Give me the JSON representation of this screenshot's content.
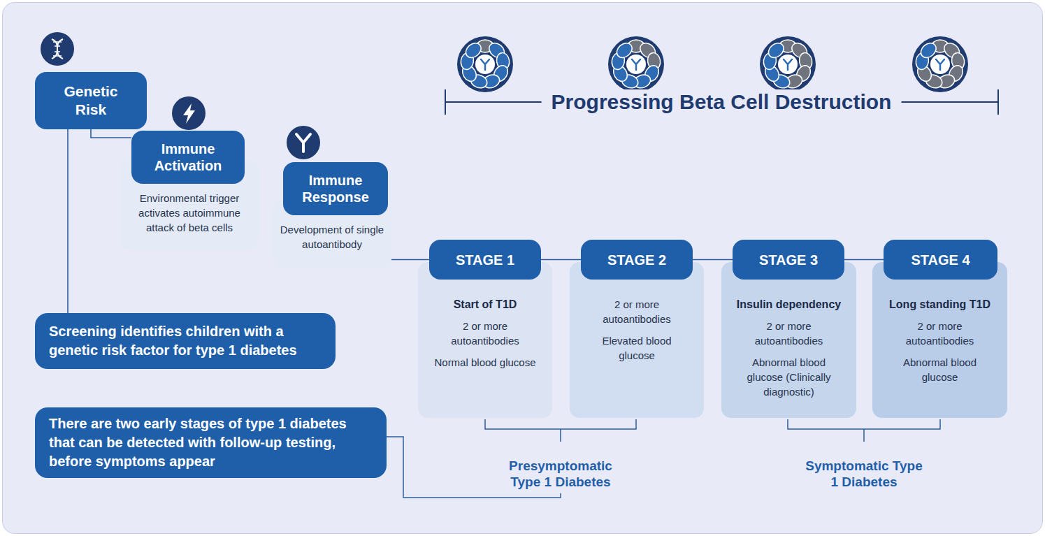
{
  "diagram": {
    "nodes": [
      {
        "text": [
          "Genetic Risk"
        ]
      },
      {
        "text": [
          "Immune Activation",
          "Environmental trigger activates autoimmune attack of beta cells"
        ]
      },
      {
        "text": [
          "Immune Response",
          "Development of single autoantibody"
        ]
      },
      {
        "text": [
          "STAGE 1",
          "Start of T1D",
          "2 or more autoantibodies",
          "Normal blood glucose"
        ]
      },
      {
        "text": [
          "STAGE 2",
          "2 or more autoantibodies",
          "Elevated blood glucose"
        ]
      },
      {
        "text": [
          "STAGE 3",
          "Insulin dependency",
          "2 or more autoantibodies",
          "Abnormal blood glucose (Clinically diagnostic)"
        ]
      },
      {
        "text": [
          "STAGE 4",
          "Long standing T1D",
          "2 or more autoantibodies",
          "Abnormal blood glucose"
        ]
      },
      {
        "text": [
          "Screening identifies children with a genetic risk factor for type 1 diabetes"
        ]
      },
      {
        "text": [
          "There are two early stages of type 1 diabetes that can be detected with follow-up testing, before symptoms appear"
        ]
      }
    ],
    "edges": [
      {
        "from": 0,
        "to": 1,
        "arrow": "none"
      },
      {
        "from": 0,
        "to": 7,
        "arrow": "none"
      },
      {
        "from": 2,
        "to": 3,
        "arrow": "none"
      },
      {
        "from": 3,
        "to": 4,
        "arrow": "none"
      },
      {
        "from": 4,
        "to": 5,
        "arrow": "none"
      },
      {
        "from": 5,
        "to": 6,
        "arrow": "none"
      }
    ],
    "labels": [
      "Progressing Beta Cell Destruction",
      "Presymptomatic Type 1 Diabetes",
      "Symptomatic Type 1 Diabetes"
    ]
  }
}
